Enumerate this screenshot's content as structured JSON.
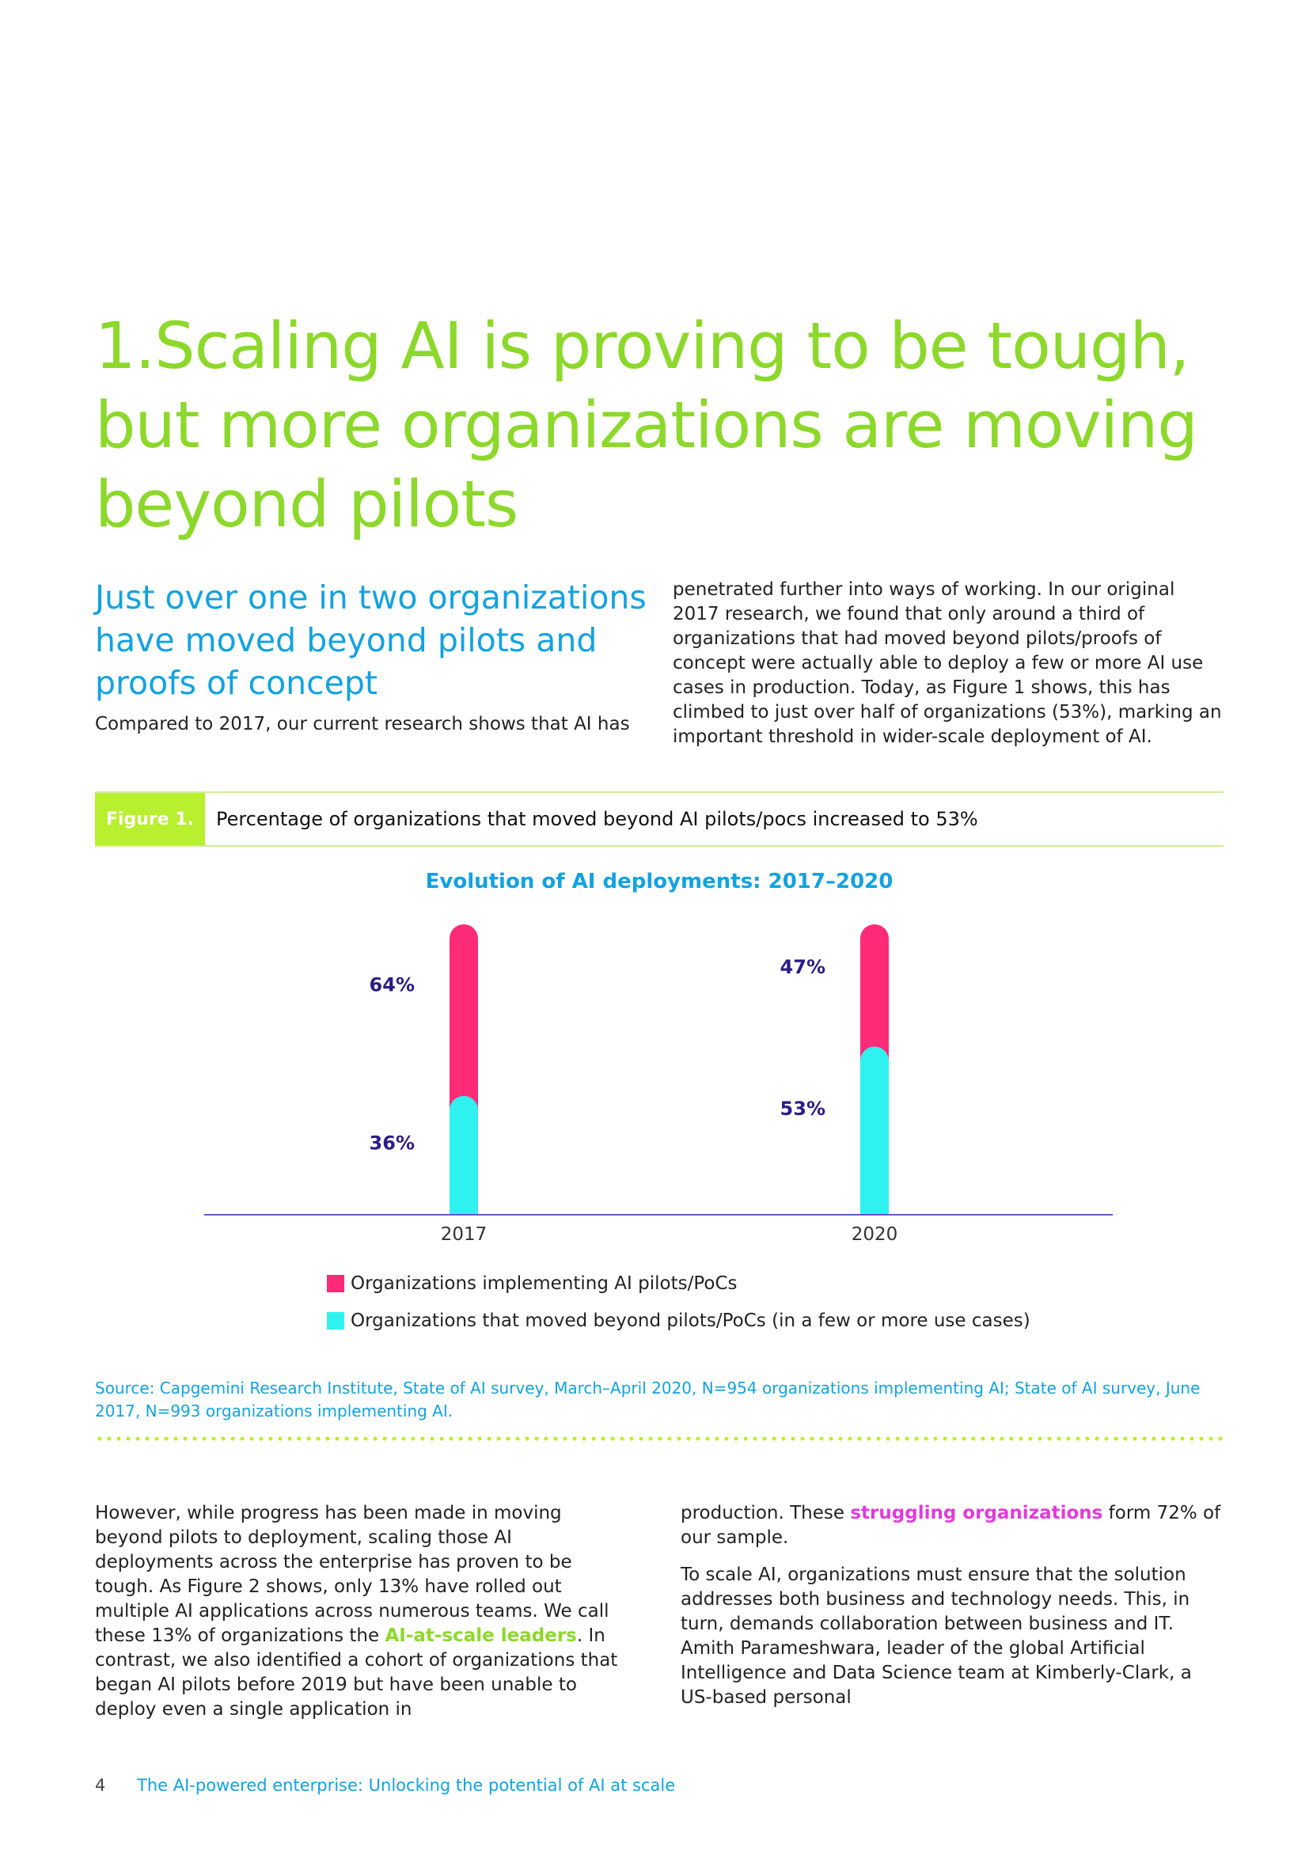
{
  "title": "1.Scaling AI is proving to be tough, but more organizations are moving beyond pilots",
  "subhead": "Just over one in two organizations have moved beyond pilots and proofs of concept",
  "intro_left": "Compared to 2017, our current research shows that AI has",
  "intro_right": "penetrated further into ways of working. In our original 2017 research, we found that only around a third of organizations that had moved beyond pilots/proofs of concept were actually able to deploy a few or more AI use cases in production. Today, as Figure 1 shows, this has climbed to just over half of organizations (53%), marking an important threshold in wider-scale deployment of AI.",
  "figure": {
    "tag": "Figure 1.",
    "caption": "Percentage of organizations that moved beyond AI pilots/pocs increased to 53%"
  },
  "colors": {
    "pilots": "#ff2a78",
    "beyond": "#2ff2f0",
    "axis": "#6a55c8",
    "value_label": "#2d1b86"
  },
  "chart_data": {
    "type": "bar",
    "title": "Evolution of AI deployments:  2017–2020",
    "categories": [
      "2017",
      "2020"
    ],
    "series": [
      {
        "name": "Organizations that moved beyond pilots/PoCs (in a few or more use cases)",
        "values": [
          36,
          53
        ],
        "labels": [
          "36%",
          "53%"
        ]
      },
      {
        "name": "Organizations implementing AI pilots/PoCs",
        "values": [
          64,
          47
        ],
        "labels": [
          "64%",
          "47%"
        ]
      }
    ],
    "stacked": true,
    "ylim": [
      0,
      100
    ],
    "legend": [
      "Organizations implementing AI pilots/PoCs",
      "Organizations that moved beyond pilots/PoCs (in a few or more use cases)"
    ]
  },
  "source": "Source: Capgemini Research Institute, State of AI survey, March–April 2020, N=954 organizations implementing AI; State of AI survey, June 2017, N=993 organizations implementing AI.",
  "body_left": {
    "before": "However, while progress has been made in moving beyond pilots to deployment, scaling those AI deployments across the enterprise has proven to be tough. As Figure 2 shows, only 13% have rolled out multiple AI applications across numerous teams. We call these 13% of organizations the ",
    "highlight": "AI-at-scale leaders",
    "after": ". In contrast, we also identified a cohort of organizations that began AI pilots before 2019 but have been unable to deploy even a single application in"
  },
  "body_right": {
    "p1_before": "production. These ",
    "p1_highlight": "struggling organizations",
    "p1_after": " form 72% of our sample.",
    "p2": "To scale AI, organizations must ensure that the solution addresses both business and technology needs. This, in turn, demands collaboration between business and IT. Amith Parameshwara, leader of the global Artificial Intelligence and Data Science team at Kimberly-Clark, a US-based personal"
  },
  "footer": {
    "page": "4",
    "title": "The AI-powered enterprise: Unlocking the potential of AI at scale"
  }
}
